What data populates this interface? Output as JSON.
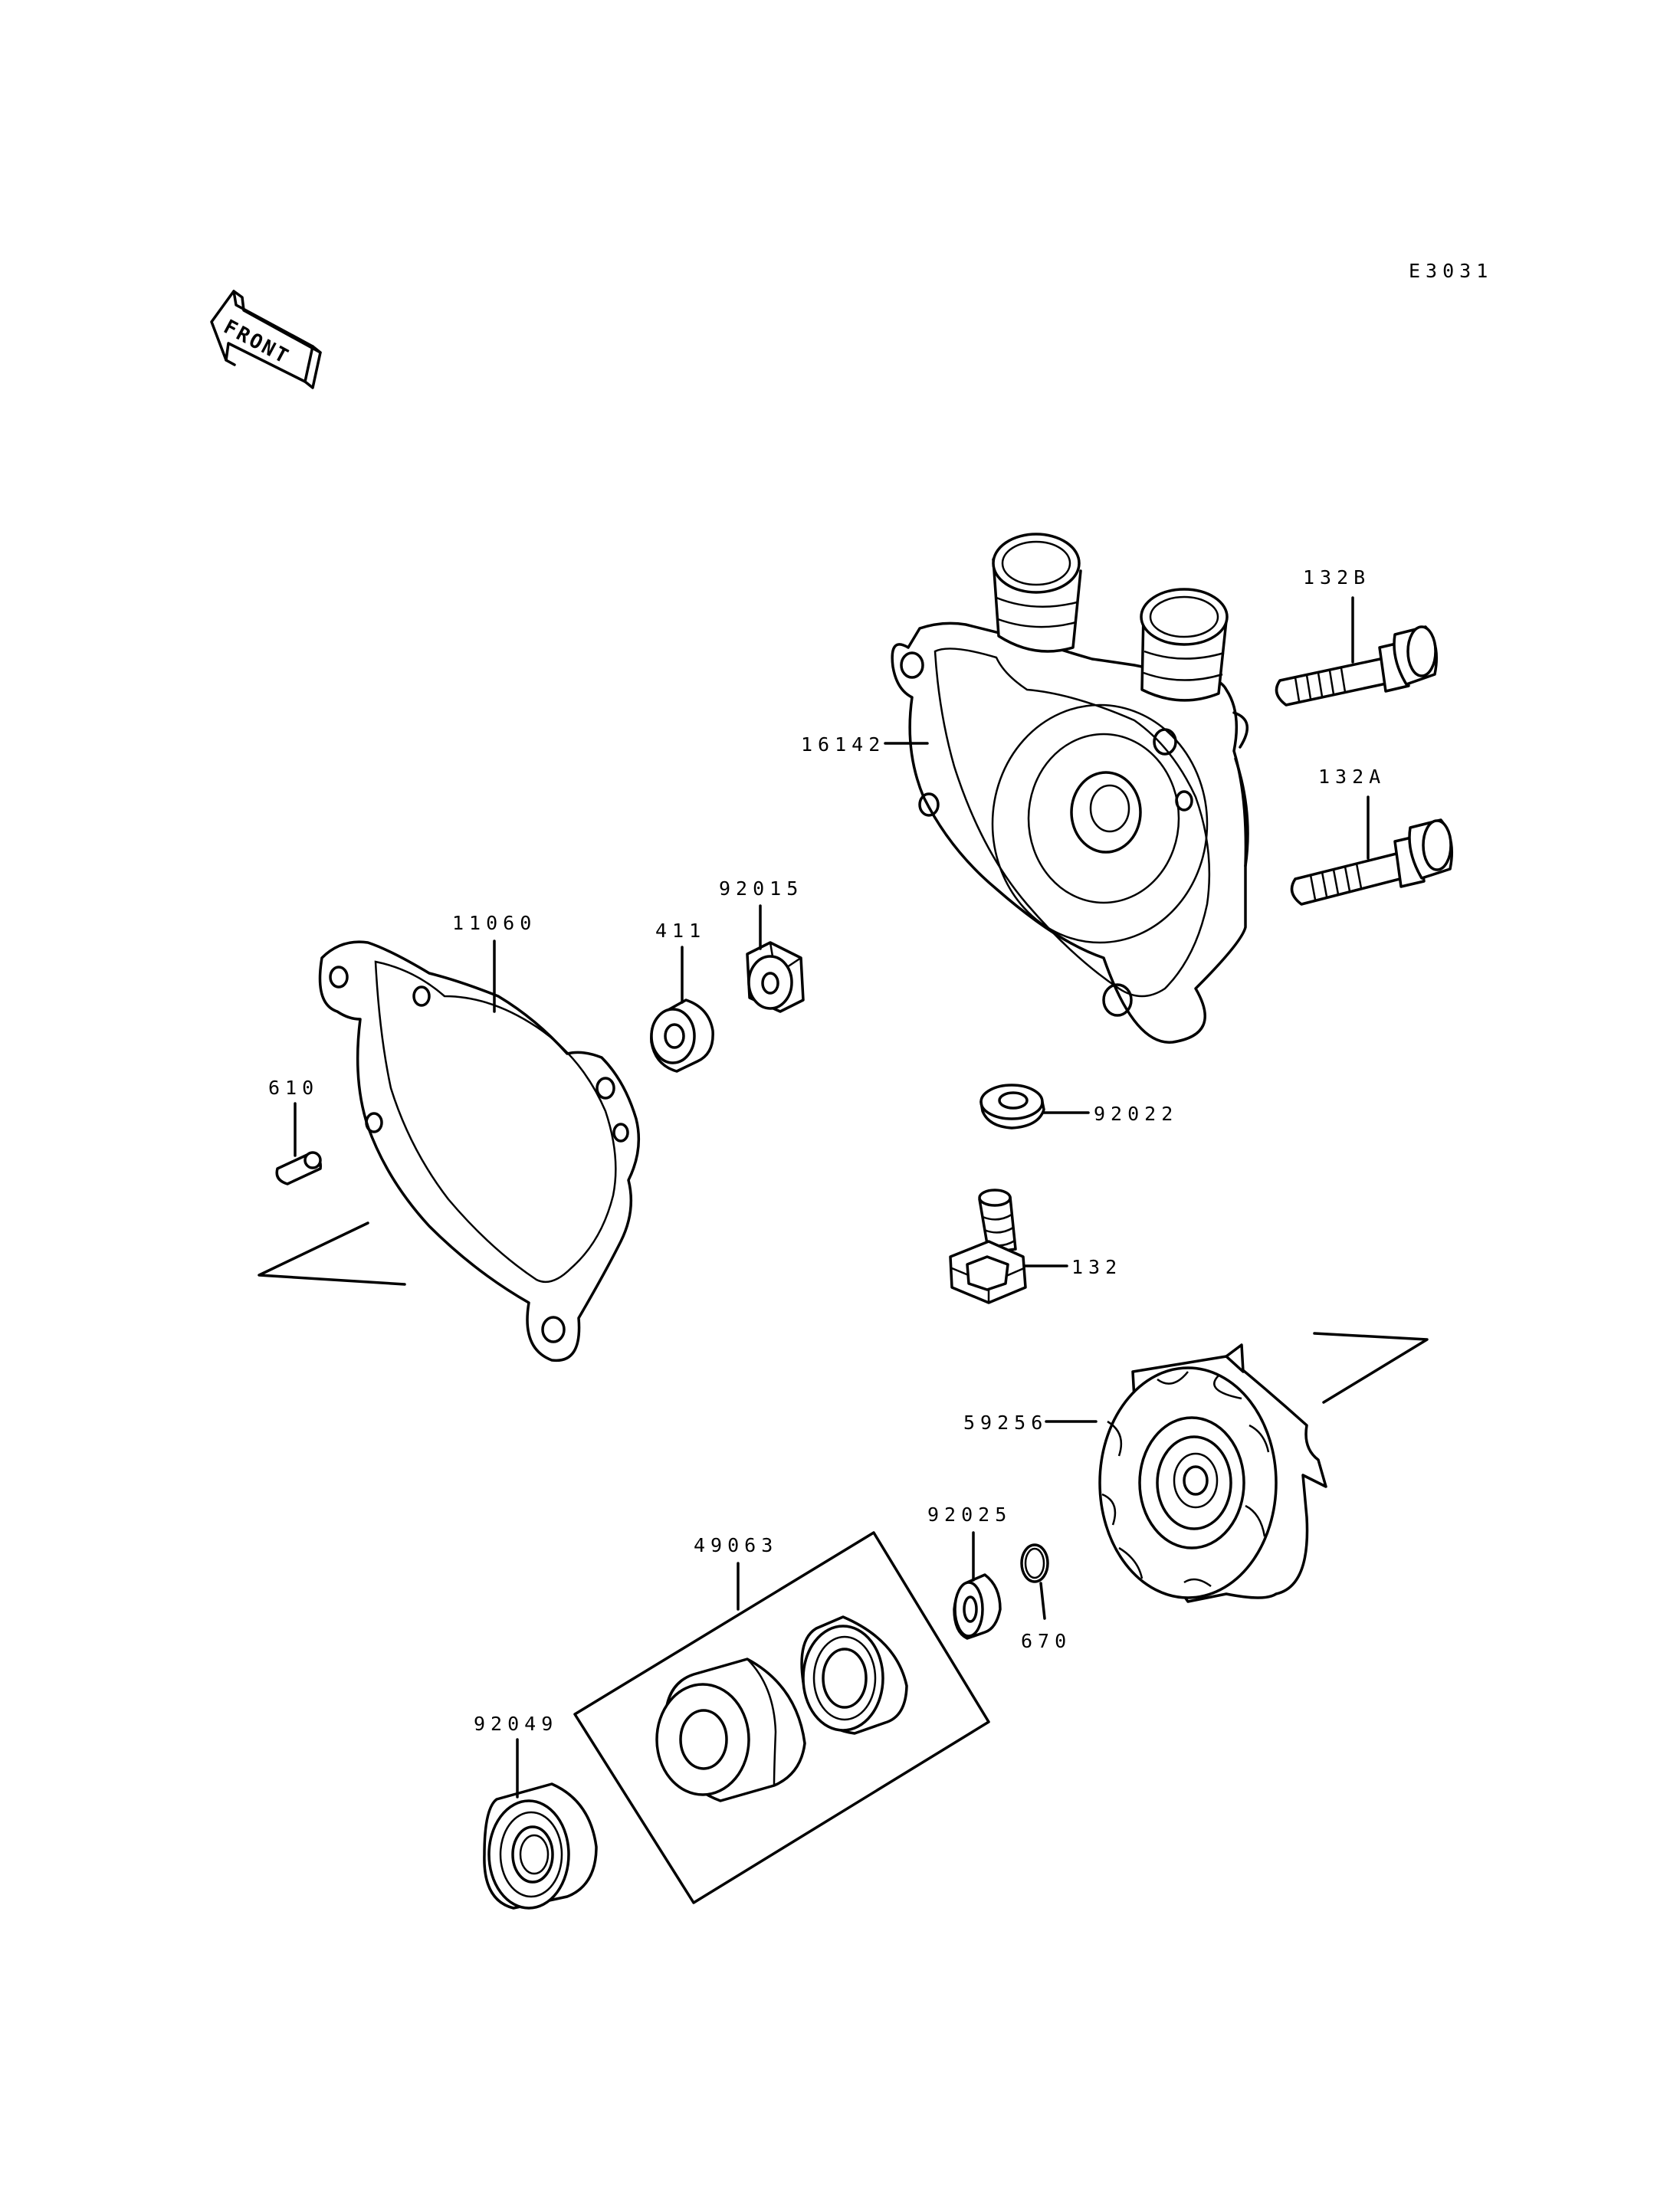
{
  "diagram_code": "E3031",
  "front_label": "FRONT",
  "parts": [
    {
      "id": "p16142",
      "number": "16142"
    },
    {
      "id": "p132B",
      "number": "132B"
    },
    {
      "id": "p132A",
      "number": "132A"
    },
    {
      "id": "p92022",
      "number": "92022"
    },
    {
      "id": "p132",
      "number": "132"
    },
    {
      "id": "p11060",
      "number": "11060"
    },
    {
      "id": "p411",
      "number": "411"
    },
    {
      "id": "p92015",
      "number": "92015"
    },
    {
      "id": "p610",
      "number": "610"
    },
    {
      "id": "p59256",
      "number": "59256"
    },
    {
      "id": "p92025",
      "number": "92025"
    },
    {
      "id": "p670",
      "number": "670"
    },
    {
      "id": "p49063",
      "number": "49063"
    },
    {
      "id": "p92049",
      "number": "92049"
    }
  ]
}
